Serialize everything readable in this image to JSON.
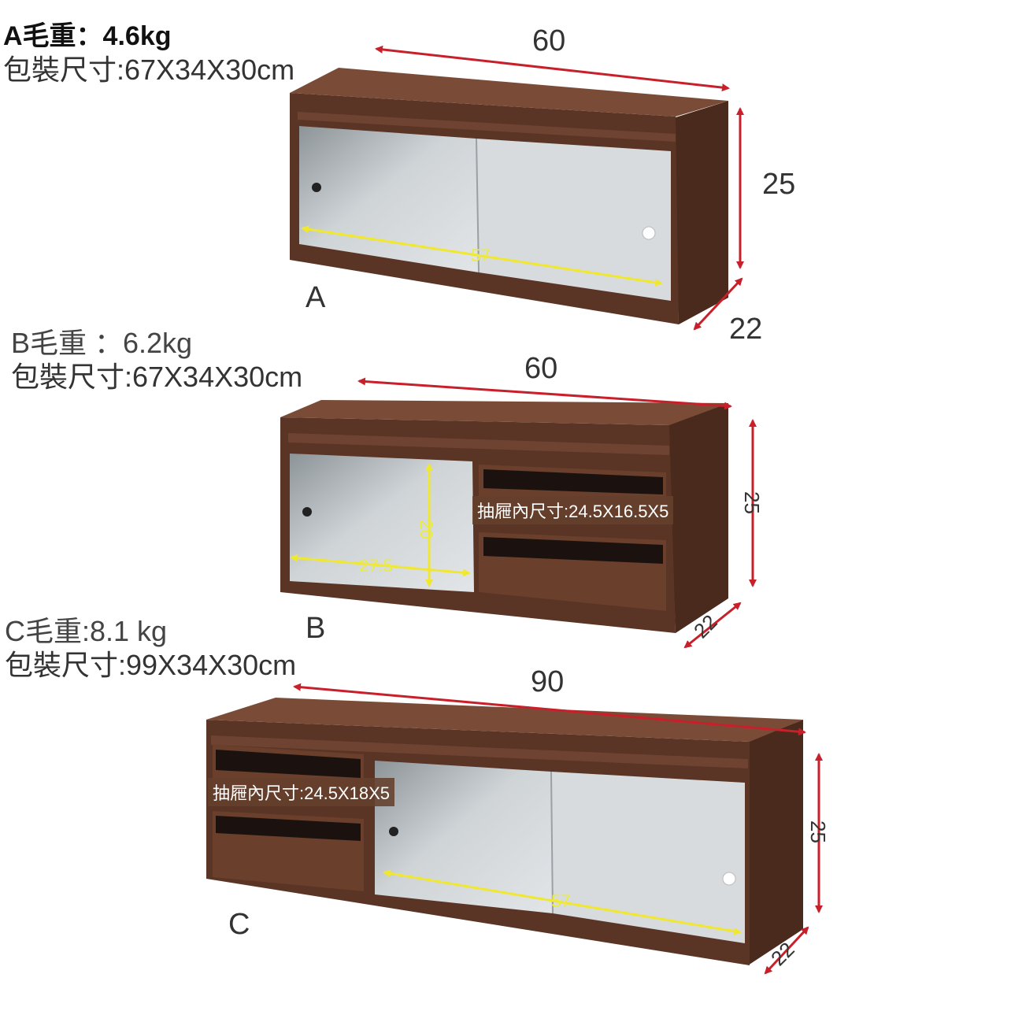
{
  "units": [
    {
      "id": "A",
      "letter": "A",
      "weight": "A毛重：4.6kg",
      "package": "包裝尺寸:67X34X30cm",
      "width": "60",
      "height": "25",
      "depth": "22",
      "door_span": "57"
    },
    {
      "id": "B",
      "letter": "B",
      "weight": "B毛重 ：6.2kg",
      "package": "包裝尺寸:67X34X30cm",
      "width": "60",
      "height": "25",
      "depth": "22",
      "door_width": "27.5",
      "door_height": "20",
      "drawer_inner": "抽屜內尺寸:24.5X16.5X5"
    },
    {
      "id": "C",
      "letter": "C",
      "weight": "C毛重:8.1 kg",
      "package": "包裝尺寸:99X34X30cm",
      "width": "90",
      "height": "25",
      "depth": "22",
      "door_span": "57",
      "drawer_inner": "抽屜內尺寸:24.5X18X5"
    }
  ],
  "colors": {
    "wood": "#5a3424",
    "wood_light": "#6e4331",
    "wood_top": "#7a4c38",
    "glass": "#c9ced2",
    "arrow_red": "#c8202a",
    "arrow_yellow": "#f0e830"
  }
}
